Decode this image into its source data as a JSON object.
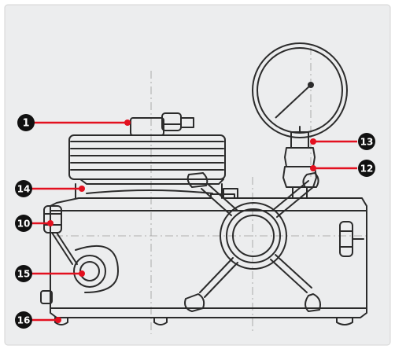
{
  "diagram": {
    "colors": {
      "page_background": "#ffffff",
      "panel_background": "#ecedee",
      "panel_border": "#d4d4d4",
      "line": "#2b2b2b",
      "leader": "#e3101f",
      "callout_fill": "#111111",
      "callout_text": "#ffffff"
    },
    "callouts": [
      {
        "id": "c1",
        "label": "1"
      },
      {
        "id": "c14",
        "label": "14"
      },
      {
        "id": "c10",
        "label": "10"
      },
      {
        "id": "c15",
        "label": "15"
      },
      {
        "id": "c16",
        "label": "16"
      },
      {
        "id": "c13",
        "label": "13"
      },
      {
        "id": "c12",
        "label": "12"
      }
    ]
  }
}
